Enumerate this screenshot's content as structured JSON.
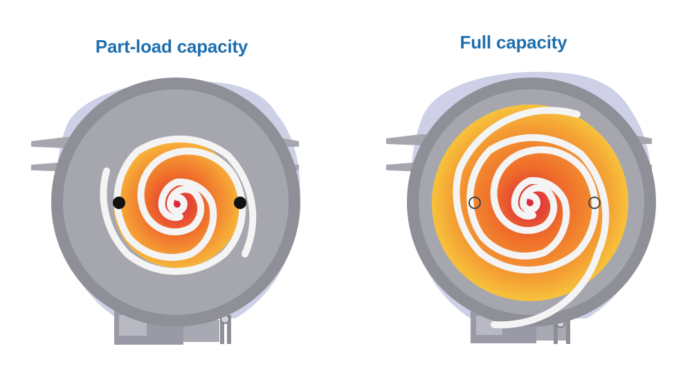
{
  "colors": {
    "title": "#1f6fae",
    "outer_housing": "#cdd0e6",
    "housing_dark": "#8e8f97",
    "housing_mid": "#a6a7ae",
    "scroll_white": "#f4f4f5",
    "gas_hot": "#d9263f",
    "gas_warm": "#ef6a2a",
    "gas_cool": "#f7b53a",
    "port_closed": "#111111",
    "port_open": "#a3a3a3"
  },
  "panels": [
    {
      "title": "Part-load capacity",
      "gas_region": "inner",
      "bypass_ports": "closed",
      "port_icon": "filled-circle"
    },
    {
      "title": "Full capacity",
      "gas_region": "full",
      "bypass_ports": "open",
      "port_icon": "hollow-circle"
    }
  ]
}
